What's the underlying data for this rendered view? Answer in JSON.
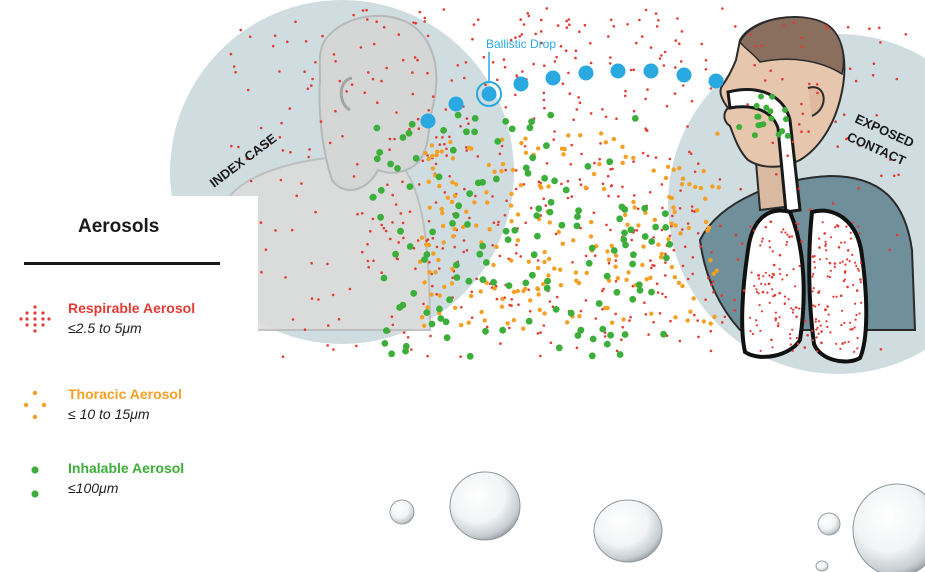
{
  "labels": {
    "ballistic_drop": "Ballistic Drop",
    "index_case": "INDEX CASE",
    "exposed_line1": "EXPOSED",
    "exposed_line2": "CONTACT"
  },
  "legend": {
    "title": "Aerosols",
    "items": [
      {
        "name": "Respirable Aerosol",
        "size": "≤2.5 to 5μm",
        "color": "#e23b34"
      },
      {
        "name": "Thoracic Aerosol",
        "size": "≤ 10 to 15μm",
        "color": "#f4a024"
      },
      {
        "name": "Inhalable Aerosol",
        "size": "≤100μm",
        "color": "#3cae3a"
      }
    ]
  },
  "colors": {
    "respirable": "#e23b34",
    "thoracic": "#f4a024",
    "inhalable": "#3cae3a",
    "ballistic": "#2aa9e0",
    "circle_bg": "#cfdde0"
  }
}
